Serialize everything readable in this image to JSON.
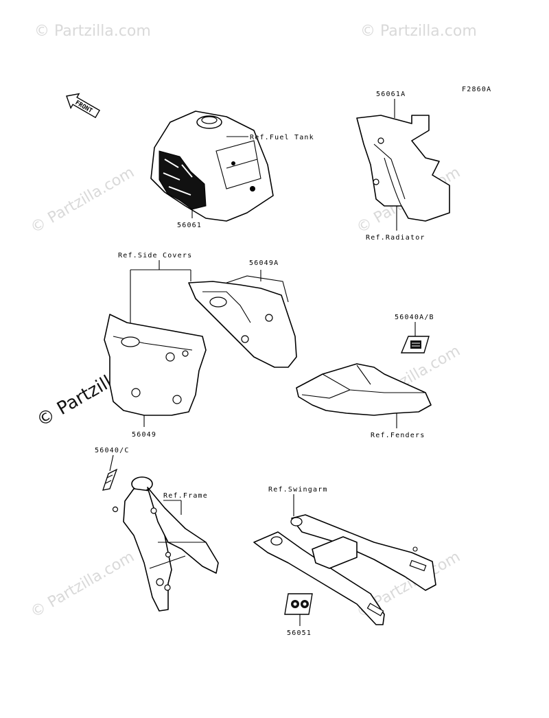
{
  "diagram_code": "F2860A",
  "front_label": "FRONT",
  "watermark": "© Partzilla.com",
  "labels": {
    "ref_fuel_tank": "Ref.Fuel Tank",
    "part_56061": "56061",
    "part_56061a": "56061A",
    "ref_radiator": "Ref.Radiator",
    "ref_side_covers": "Ref.Side Covers",
    "part_56049a": "56049A",
    "part_56040ab": "56040A/B",
    "part_56049": "56049",
    "ref_fenders": "Ref.Fenders",
    "part_56040c": "56040/C",
    "ref_frame": "Ref.Frame",
    "ref_swingarm": "Ref.Swingarm",
    "part_56051": "56051"
  }
}
